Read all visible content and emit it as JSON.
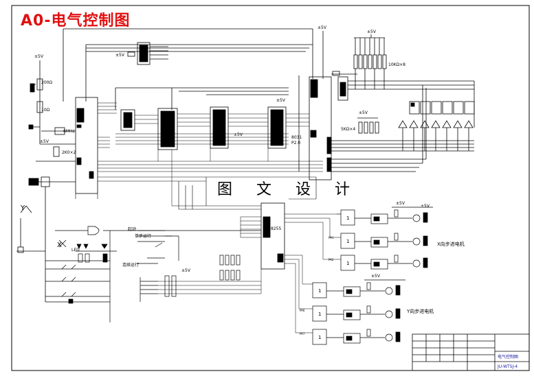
{
  "title": "A0-电气控制图",
  "watermark": "图 文 设 计",
  "labels": {
    "vcc": "±5V",
    "r_200": "200Ω",
    "r_10": "10Ω",
    "xtal": "6MHz",
    "r_2k": "2K0×2",
    "r_10k8": "10KΩ×8",
    "r_5k4": "5KΩ×4",
    "mcu": "8031",
    "port": "P2.0",
    "chip8255": "8255",
    "x_motor": "X向步进电机",
    "y_motor": "Y向步进电机",
    "pa1": "PA1",
    "pa2": "PA2",
    "pa6": "PA6",
    "pa7": "PA7",
    "led": "LED",
    "y_axis": "Y",
    "x_axis": "X",
    "gate1": "1",
    "sw_a": "起动",
    "sw_b": "单步运行",
    "sw_c": "连续运行",
    "tb_title": "电气控制图",
    "tb_code": "JU-WTSJ-4"
  }
}
